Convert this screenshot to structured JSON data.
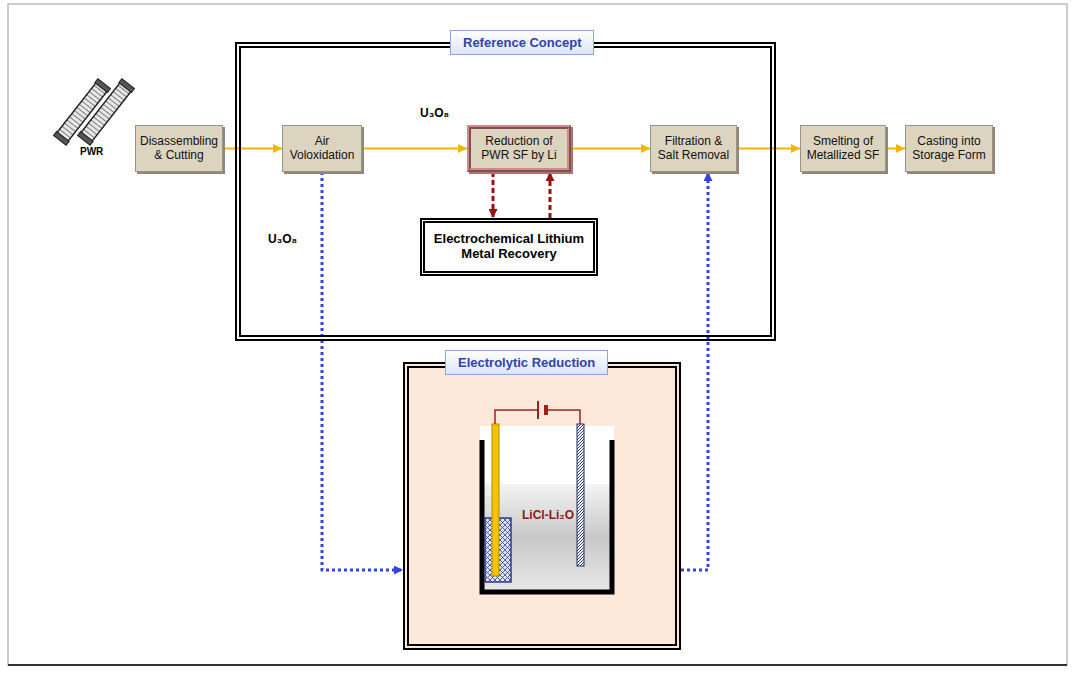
{
  "diagram": {
    "nodes": [
      {
        "text": [
          "Disassembling & Cutting"
        ]
      },
      {
        "text": [
          "Reference Concept"
        ]
      },
      {
        "text": [
          "Air Voloxidation"
        ],
        "in": 1
      },
      {
        "text": [
          "Reduction of PWR SF by Li"
        ],
        "in": 1
      },
      {
        "text": [
          "Electrochemical Lithium Metal Recovery"
        ],
        "in": 1
      },
      {
        "text": [
          "Filtration & Salt Removal"
        ],
        "in": 1
      },
      {
        "text": [
          "Smelting of Metallized SF"
        ]
      },
      {
        "text": [
          "Casting into Storage Form"
        ]
      },
      {
        "text": [
          "Electrolytic Reduction"
        ]
      }
    ],
    "edges": [
      {
        "from": 0,
        "to": 2,
        "arrow": "to"
      },
      {
        "from": 2,
        "to": 3,
        "arrow": "to",
        "label": "U₃O₈"
      },
      {
        "from": 3,
        "to": 5,
        "arrow": "to"
      },
      {
        "from": 5,
        "to": 6,
        "arrow": "to"
      },
      {
        "from": 6,
        "to": 7,
        "arrow": "to"
      },
      {
        "from": 3,
        "to": 4,
        "arrow": "to"
      },
      {
        "from": 4,
        "to": 3,
        "arrow": "to"
      },
      {
        "from": 2,
        "to": 8,
        "arrow": "to",
        "label": "U₃O₈"
      },
      {
        "from": 8,
        "to": 5,
        "arrow": "to"
      }
    ],
    "labels": [
      "PWR",
      "LiCl-Li₂O"
    ]
  }
}
